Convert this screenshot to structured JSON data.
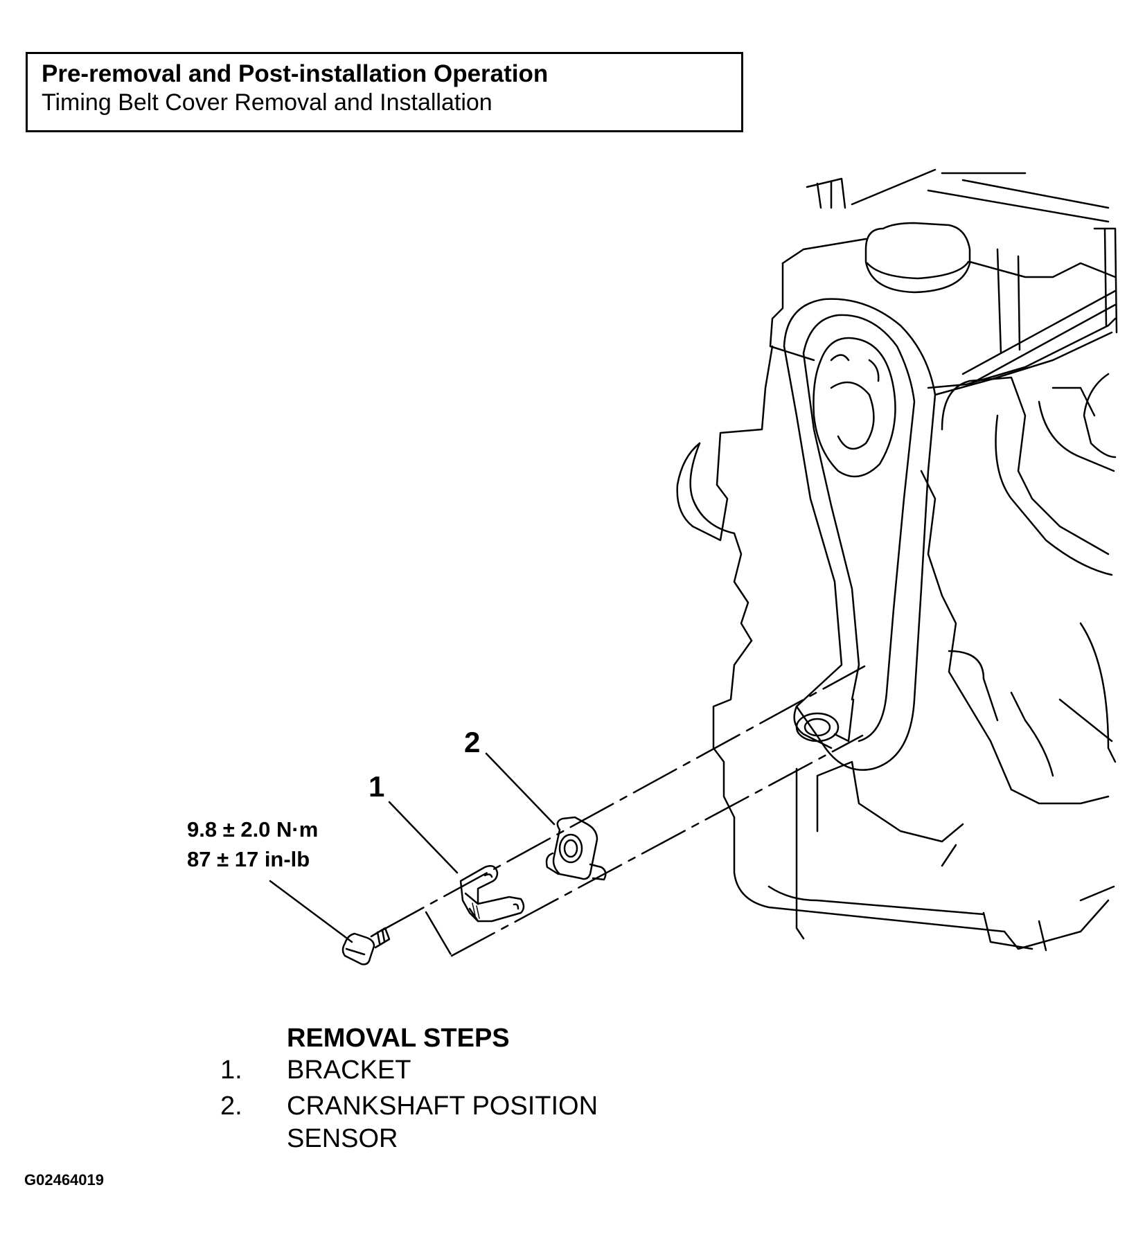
{
  "header": {
    "title": "Pre-removal and Post-installation Operation",
    "subtitle": "Timing Belt Cover Removal and Installation"
  },
  "callouts": {
    "one": "1",
    "two": "2"
  },
  "torque": {
    "metric": "9.8 ± 2.0 N·m",
    "imperial": "87 ± 17 in-lb"
  },
  "removal_steps": {
    "title": "REMOVAL STEPS",
    "items": [
      {
        "number": "1.",
        "label": "BRACKET"
      },
      {
        "number": "2.",
        "label": "CRANKSHAFT POSITION SENSOR"
      }
    ]
  },
  "figure_code": "G02464019",
  "icons": {
    "engine": "engine-illustration-icon",
    "bolt": "bolt-icon",
    "bracket": "bracket-icon",
    "sensor": "crankshaft-sensor-icon"
  }
}
